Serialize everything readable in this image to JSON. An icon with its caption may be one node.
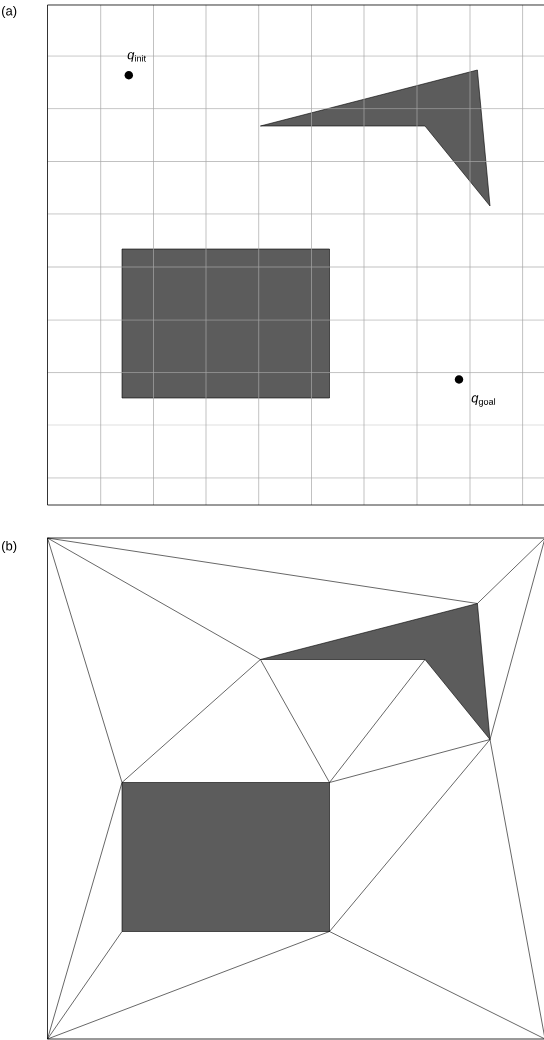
{
  "diagram": {
    "labels": [
      "(a)",
      "*q*$_{init}$",
      "*q*$_{goal}$",
      "(b)"
    ]
  }
}
